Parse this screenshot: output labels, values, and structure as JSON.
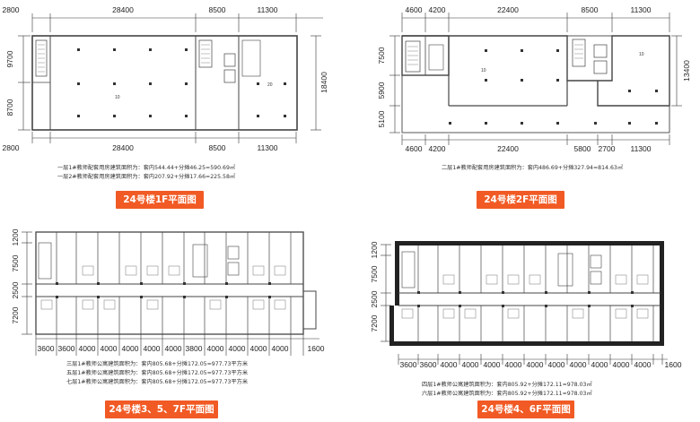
{
  "colors": {
    "accent": "#f15a24",
    "line": "#333333",
    "wall": "#444444",
    "stair": "#5a5a5a"
  },
  "panel_1f": {
    "top_dims": [
      "2800",
      "28400",
      "8500",
      "11300"
    ],
    "bottom_dims": [
      "2800",
      "28400",
      "8500",
      "11300"
    ],
    "left_dims": [
      "9700",
      "8700"
    ],
    "right_dims": [
      "18400"
    ],
    "room_labels": [
      "10",
      "20"
    ],
    "notes": [
      "一层1#教师配套用房建筑面积为：套内544.44+分摊46.25=590.69㎡",
      "一层2#教师配套用房建筑面积为：套内207.92+分摊17.66=225.58㎡"
    ],
    "title": "24号楼1F平面图"
  },
  "panel_2f": {
    "top_dims": [
      "4600",
      "4200",
      "22400",
      "8500",
      "11300"
    ],
    "bottom_dims": [
      "4600",
      "4200",
      "22400",
      "5800",
      "2700",
      "11300"
    ],
    "left_dims": [
      "7500",
      "5900",
      "5100"
    ],
    "right_dims": [
      "13400"
    ],
    "room_labels": [
      "10",
      "10"
    ],
    "notes": [
      "二层1#教师配套用房建筑面积为：套内486.69+分摊327.94=814.63㎡"
    ],
    "title": "24号楼2F平面图"
  },
  "panel_357f": {
    "left_dims": [
      "1200",
      "7500",
      "2500",
      "7200"
    ],
    "bottom_dims": [
      "3600",
      "3600",
      "4000",
      "4000",
      "4000",
      "4000",
      "4000",
      "3800",
      "4000",
      "4000",
      "4000",
      "4000",
      "1600"
    ],
    "notes": [
      "三层1#教师公寓建筑面积为：套内805.68+分摊172.05=977.73平方米",
      "五层1#教师公寓建筑面积为：套内805.68+分摊172.05=977.73平方米",
      "七层1#教师公寓建筑面积为：套内805.68+分摊172.05=977.73平方米"
    ],
    "title": "24号楼3、5、7F平面图"
  },
  "panel_46f": {
    "left_dims": [
      "1200",
      "7500",
      "2500",
      "7200"
    ],
    "bottom_dims": [
      "3600",
      "3600",
      "4000",
      "4000",
      "4000",
      "4000",
      "4000",
      "4000",
      "4000",
      "4000",
      "4000",
      "4000",
      "1600"
    ],
    "notes": [
      "四层1#教师公寓建筑面积为：套内805.92+分摊172.11=978.03㎡",
      "六层1#教师公寓建筑面积为：套内805.92+分摊172.11=978.03㎡"
    ],
    "title": "24号楼4、6F平面图"
  }
}
